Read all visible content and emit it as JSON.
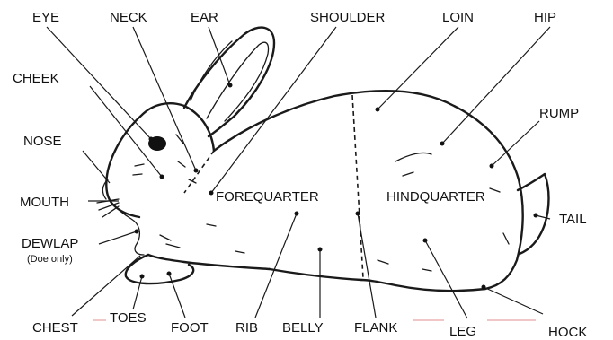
{
  "labels": {
    "eye": "EYE",
    "neck": "NECK",
    "ear": "EAR",
    "shoulder": "SHOULDER",
    "loin": "LOIN",
    "hip": "HIP",
    "cheek": "CHEEK",
    "rump": "RUMP",
    "nose": "NOSE",
    "mouth": "MOUTH",
    "forequarter": "FOREQUARTER",
    "hindquarter": "HINDQUARTER",
    "tail": "TAIL",
    "dewlap": "DEWLAP",
    "dewlap_note": "(Doe only)",
    "chest": "CHEST",
    "toes": "TOES",
    "foot": "FOOT",
    "rib": "RIB",
    "belly": "BELLY",
    "flank": "FLANK",
    "leg": "LEG",
    "hock": "HOCK"
  },
  "colors": {
    "ink": "#1a1a1a",
    "eye_fill": "#111111",
    "accent_marks": "#e7a3a3"
  }
}
